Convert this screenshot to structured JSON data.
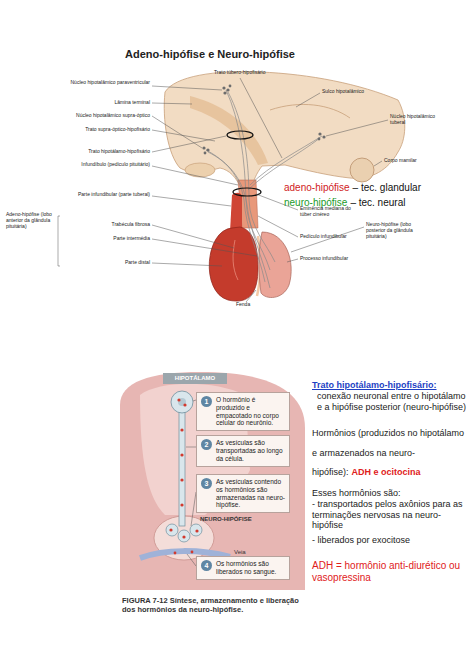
{
  "diagram": {
    "title": "Adeno-hipófise e Neuro-hipófise",
    "caption": "FIGURA 7-12 Síntese, armazenamento e liberação dos hormônios da neuro-hipófise.",
    "nodes": [
      {
        "text": [
          "1",
          "O hormônio é produzido e empacotado no corpo celular do neurônio."
        ]
      },
      {
        "text": [
          "2",
          "As vesículas são transportadas ao longo da célula."
        ]
      },
      {
        "text": [
          "3",
          "As vesículas contendo os hormônios são armazenadas na neuro-hipófise."
        ]
      },
      {
        "text": [
          "4",
          "Os hormônios são liberados no sangue."
        ]
      }
    ],
    "labels": [
      "Núcleo hipotalâmico paraventricular",
      "Lâmina terminal",
      "Núcleo hipotalâmico supra-óptico",
      "Trato supra-óptico-hipofisário",
      "Trato hipotálamo-hipofisário",
      "Infundíbulo (pedículo pituitário)",
      "Parte infundibular (parte tuberal)",
      "Adeno-hipófise (lobo anterior da glândula pituitária)",
      "Trabécula fibrosa",
      "Parte intermédia",
      "Parte distal",
      "Fenda",
      "Trato túbero-hipofisário",
      "Sulco hipotalâmico",
      "Núcleo hipotalâmico tuberal",
      "Corpo mamilar",
      "Eminência mediana do túber cinéreo",
      "Neuro-hipófise (lobo posterior da glândula pituitária)",
      "Pedículo infundibular",
      "Processo infundibular",
      "adeno-hipófise",
      "– tec. glandular",
      "neuro-hipófise",
      "– tec. neural",
      "HIPOTÁLAMO",
      "NEURO-HIPÓFISE",
      "Veia",
      "Trato hipotálamo-hipofisário:",
      "conexão neuronal entre o hipotálamo e a hipófise posterior (neuro-hipófise)",
      "Hormônios (produzidos no hipotálamo e armazenados na neuro-hipófise):",
      "ADH e ocitocina",
      "Esses hormônios são:",
      "- transportados pelos axônios para as terminações nervosas na neuro-hipófise",
      "- liberados por exocitose",
      "ADH = hormônio anti-diurético ou vasopressina"
    ]
  }
}
